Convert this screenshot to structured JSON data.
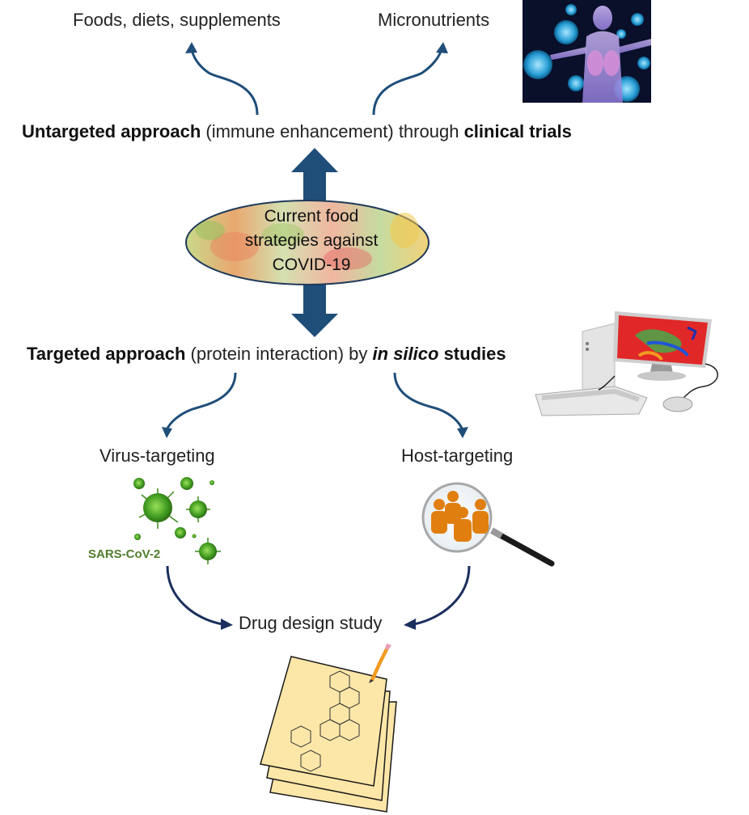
{
  "top": {
    "left_label": "Foods, diets, supplements",
    "right_label": "Micronutrients",
    "image_icon": "human-virus-illustration"
  },
  "untargeted": {
    "bold1": "Untargeted approach",
    "plain1": " (immune enhancement) through ",
    "bold2": "clinical trials"
  },
  "center": {
    "line1": "Current food",
    "line2": "strategies against",
    "line3": "COVID-19",
    "image_icon": "fruits-vegetables-background"
  },
  "targeted": {
    "bold1": "Targeted approach",
    "plain1": " (protein interaction) by ",
    "ital": "in silico",
    "plain2": " studies",
    "image_icon": "computer-protein-illustration"
  },
  "branches": {
    "virus_label": "Virus-targeting",
    "virus_caption": "SARS-CoV-2",
    "virus_icon": "virus-cluster",
    "host_label": "Host-targeting",
    "host_icon": "magnifier-people"
  },
  "bottom": {
    "label": "Drug design study",
    "image_icon": "papers-molecule-pencil"
  },
  "colors": {
    "arrow": "#1f4e79",
    "arrow_dark": "#1b2f5e",
    "virus_green": "#4f7d2b",
    "paper": "#fde7a8"
  }
}
